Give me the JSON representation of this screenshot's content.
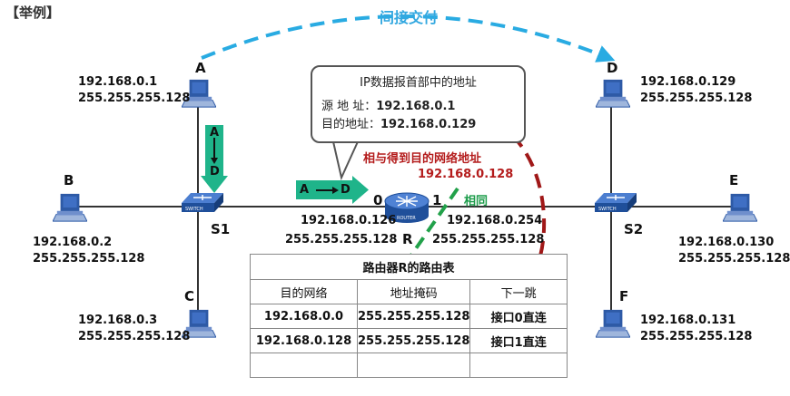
{
  "heading": "【举例】",
  "indirect_delivery": "间接交付",
  "hosts": {
    "A": {
      "name": "A",
      "ip": "192.168.0.1",
      "mask": "255.255.255.128"
    },
    "B": {
      "name": "B",
      "ip": "192.168.0.2",
      "mask": "255.255.255.128"
    },
    "C": {
      "name": "C",
      "ip": "192.168.0.3",
      "mask": "255.255.255.128"
    },
    "D": {
      "name": "D",
      "ip": "192.168.0.129",
      "mask": "255.255.255.128"
    },
    "E": {
      "name": "E",
      "ip": "192.168.0.130",
      "mask": "255.255.255.128"
    },
    "F": {
      "name": "F",
      "ip": "192.168.0.131",
      "mask": "255.255.255.128"
    }
  },
  "switches": {
    "s1": "S1",
    "s2": "S2",
    "sw_text": "SWITCH"
  },
  "router": {
    "name": "R",
    "device_text": "ROUTER",
    "port0": {
      "label": "0",
      "ip": "192.168.0.126",
      "mask": "255.255.255.128"
    },
    "port1": {
      "label": "1",
      "ip": "192.168.0.254",
      "mask": "255.255.255.128"
    }
  },
  "arrow_label": {
    "from": "A",
    "to": "D"
  },
  "callout": {
    "title": "IP数据报首部中的地址",
    "src_label": "源 地 址：",
    "src_ip": "192.168.0.1",
    "dst_label": "目的地址：",
    "dst_ip": "192.168.0.129"
  },
  "and_text": "相与得到目的网络地址",
  "and_result": "192.168.0.128",
  "same_text": "相同",
  "routing_table": {
    "caption": "路由器R的路由表",
    "headers": [
      "目的网络",
      "地址掩码",
      "下一跳"
    ],
    "rows": [
      [
        "192.168.0.0",
        "255.255.255.128",
        "接口0直连"
      ],
      [
        "192.168.0.128",
        "255.255.255.128",
        "接口1直连"
      ],
      [
        "",
        "",
        ""
      ]
    ]
  },
  "colors": {
    "dashed_blue": "#29abe2",
    "dashed_red": "#a01818",
    "dashed_green": "#22a14a",
    "arrow_green": "#1fb48a",
    "pc_blue": "#2e5aa6"
  }
}
